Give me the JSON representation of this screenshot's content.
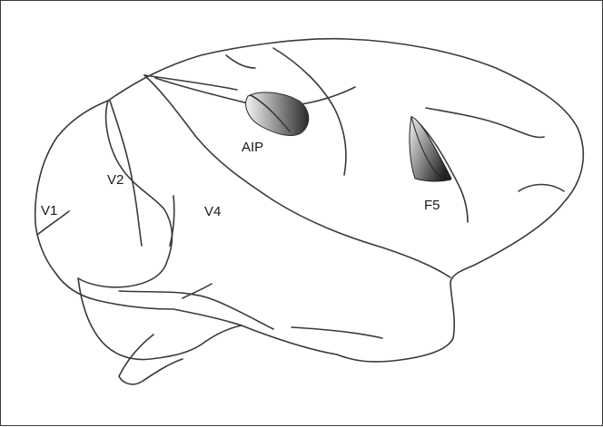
{
  "diagram": {
    "labels": {
      "v1": "V1",
      "v2": "V2",
      "v4": "V4",
      "aip": "AIP",
      "f5": "F5"
    },
    "colors": {
      "outline": "#3a3a3a",
      "region_dark": "#2e2e2e",
      "region_light": "#f2f2f2"
    }
  }
}
